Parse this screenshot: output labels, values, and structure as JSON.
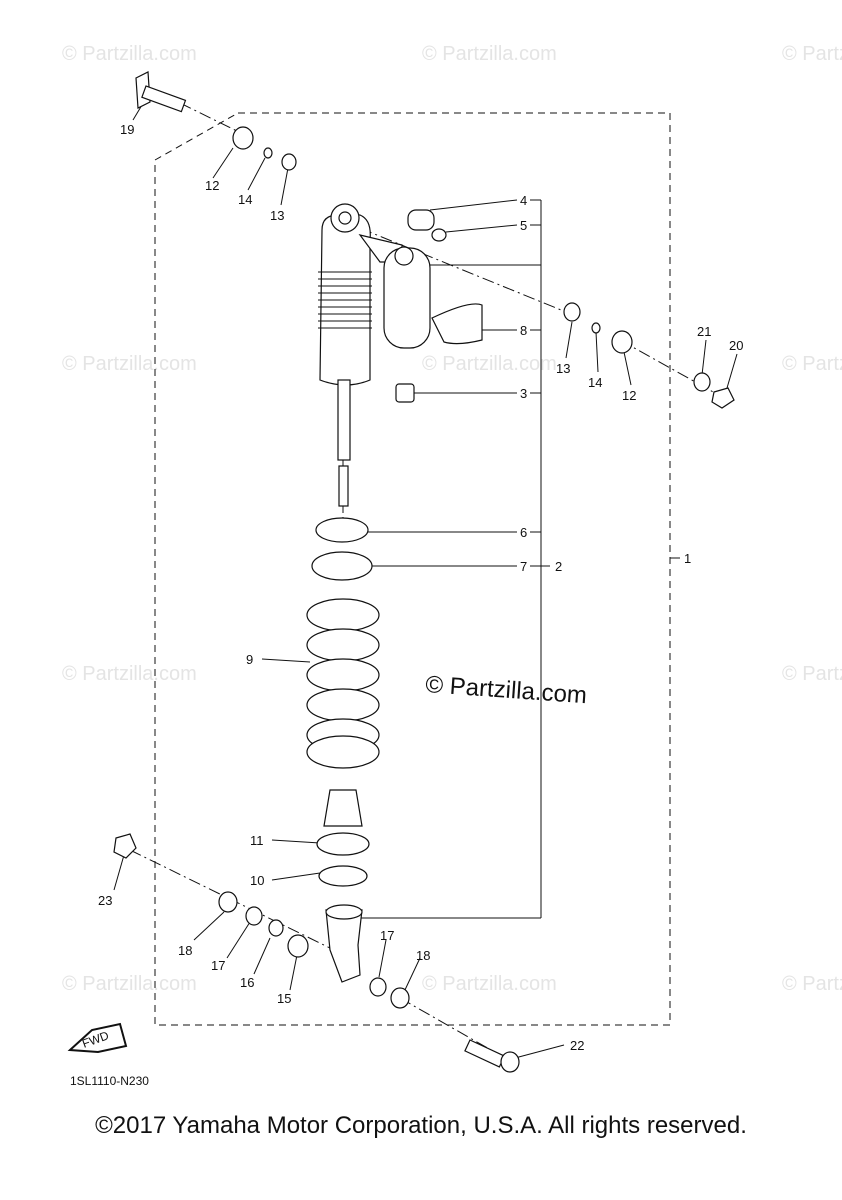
{
  "watermark": "© Partzilla.com",
  "center_watermark": "© Partzilla.com",
  "diagram_code": "1SL1110-N230",
  "fwd_label": "FWD",
  "copyright": "©2017 Yamaha Motor Corporation, U.S.A. All rights reserved.",
  "callouts": {
    "c1": "1",
    "c2": "2",
    "c3": "3",
    "c4": "4",
    "c5": "5",
    "c6": "6",
    "c7": "7",
    "c8": "8",
    "c9": "9",
    "c10": "10",
    "c11": "11",
    "c12a": "12",
    "c12b": "12",
    "c13a": "13",
    "c13b": "13",
    "c14a": "14",
    "c14b": "14",
    "c15": "15",
    "c16": "16",
    "c17a": "17",
    "c17b": "17",
    "c18a": "18",
    "c18b": "18",
    "c19": "19",
    "c20": "20",
    "c21": "21",
    "c22": "22",
    "c23": "23"
  }
}
